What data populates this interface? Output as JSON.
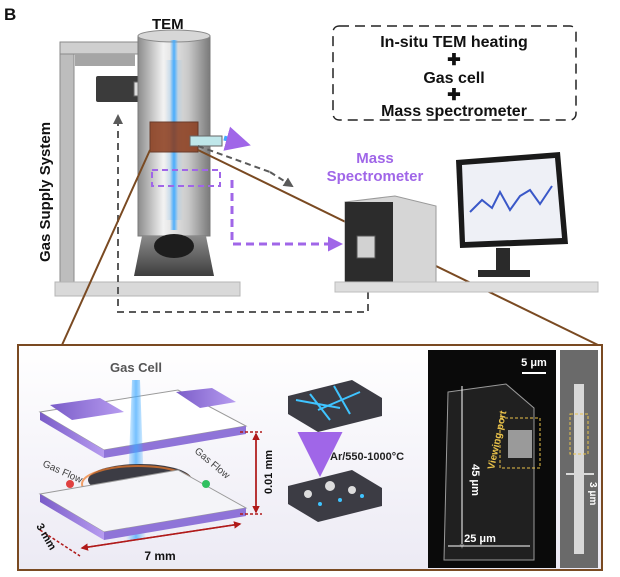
{
  "panel": {
    "letter": "B"
  },
  "top": {
    "tem_label": "TEM",
    "gas_supply_label": "Gas Supply System",
    "mass_spec_label_line1": "Mass",
    "mass_spec_label_line2": "Spectrometer",
    "box": {
      "line1": "In-situ TEM heating",
      "plus1": "✚",
      "line2": "Gas cell",
      "plus2": "✚",
      "line3": "Mass spectrometer"
    }
  },
  "inset": {
    "gas_cell_label": "Gas Cell",
    "gas_flow_left": "Gas Flow",
    "gas_flow_right": "Gas Flow",
    "dim_height": "0.01 mm",
    "dim_depth": "3 mm",
    "dim_width": "7 mm",
    "process_label": "Ar/550-1000°C",
    "em": {
      "scale_bar": "5 μm",
      "viewing_port": "Viewing port",
      "height": "45 μm",
      "width": "25 μm",
      "side_width": "3 μm"
    }
  },
  "colors": {
    "frame": "#7a4a22",
    "purple": "#a066e8",
    "dash_gray": "#5a5a5a",
    "beam": "#3fa9ff"
  }
}
